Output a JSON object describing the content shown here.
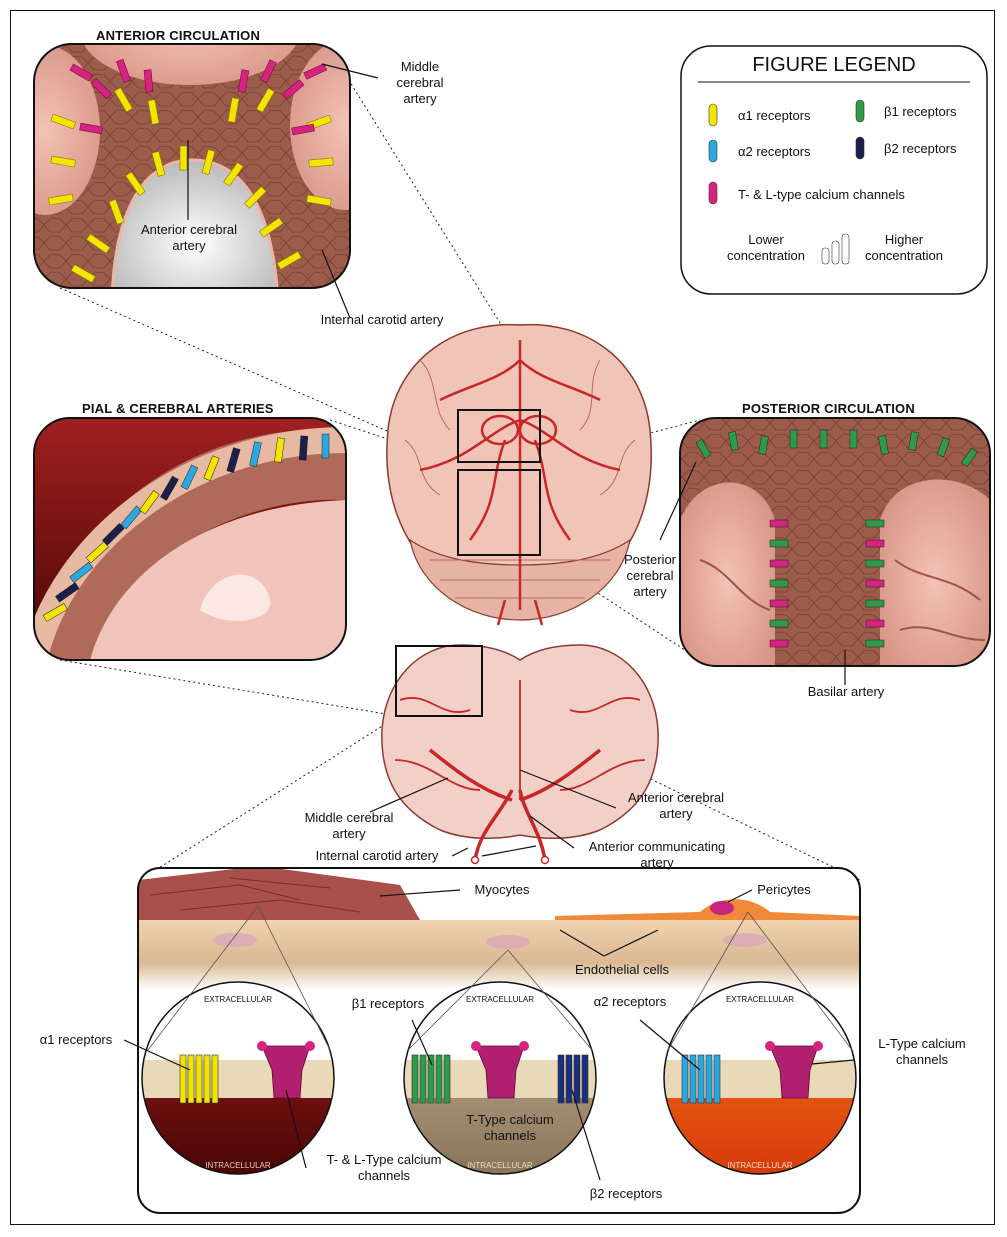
{
  "titles": {
    "anterior": "ANTERIOR CIRCULATION",
    "pial": "PIAL & CEREBRAL ARTERIES",
    "posterior": "POSTERIOR CIRCULATION"
  },
  "legend": {
    "title": "FIGURE LEGEND",
    "a1": "α1 receptors",
    "a2": "α2 receptors",
    "b1": "β1 receptors",
    "b2": "β2 receptors",
    "calcium": "T- & L-type calcium channels",
    "lower": "Lower concentration",
    "higher": "Higher concentration"
  },
  "labels": {
    "middle_cerebral_top": "Middle cerebral artery",
    "anterior_cerebral_top": "Anterior cerebral artery",
    "internal_carotid_top": "Internal carotid artery",
    "posterior_cerebral": "Posterior cerebral artery",
    "basilar": "Basilar artery",
    "middle_cerebral_bottom": "Middle cerebral artery",
    "anterior_cerebral_bottom": "Anterior cerebral artery",
    "internal_carotid_bottom": "Internal carotid artery",
    "anterior_communicating": "Anterior communicating artery",
    "myocytes": "Myocytes",
    "pericytes": "Pericytes",
    "endothelial": "Endothelial cells",
    "extracellular": "EXTRACELLULAR",
    "intracellular": "INTRACELLULAR",
    "a1_receptors": "α1 receptors",
    "b1_receptors": "β1 receptors",
    "a2_receptors": "α2 receptors",
    "b2_receptors": "β2 receptors",
    "t_l_type": "T- & L-Type calcium channels",
    "t_type": "T-Type calcium channels",
    "l_type": "L-Type calcium channels"
  },
  "colors": {
    "a1": "#f2e600",
    "a2": "#2aa9e0",
    "b1": "#2e9a4a",
    "b2": "#1c1f4a",
    "calcium": "#d6237f",
    "artery": "#c8272a",
    "tissue": "#9a5a4a",
    "brain": "#f2c9c0"
  }
}
